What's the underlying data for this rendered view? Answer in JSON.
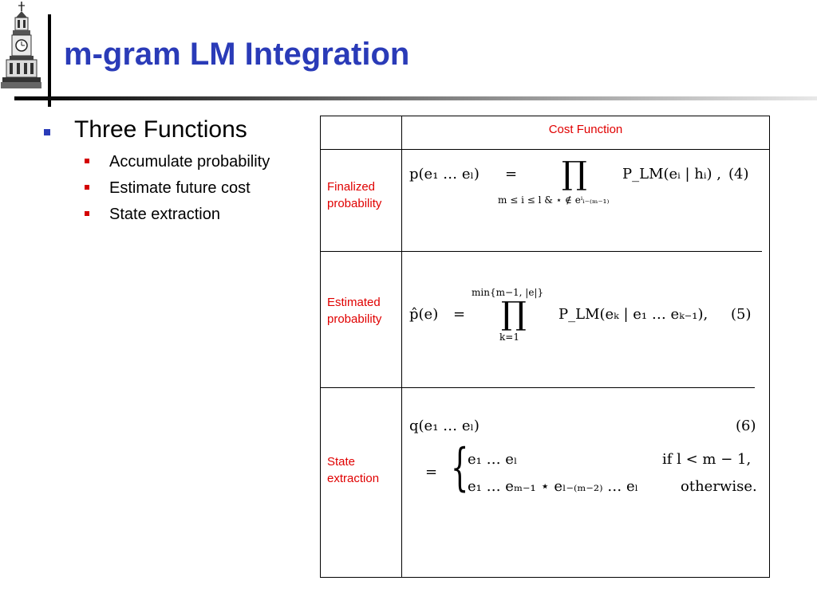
{
  "title": "m-gram LM Integration",
  "bullets": {
    "main": "Three Functions",
    "subs": [
      "Accumulate probability",
      "Estimate future cost",
      "State extraction"
    ]
  },
  "table": {
    "header": "Cost Function",
    "rows": [
      {
        "label_line1": "Finalized",
        "label_line2": "probability"
      },
      {
        "label_line1": "Estimated",
        "label_line2": "probability"
      },
      {
        "label_line1": "State",
        "label_line2": "extraction"
      }
    ]
  },
  "equations": {
    "eq4": {
      "lhs": "p(e₁ … eₗ)",
      "eq": "=",
      "prod": "∏",
      "under": "m ≤ i ≤ l  &  ⋆ ∉ eⁱᵢ₋₍ₘ₋₁₎",
      "rhs": "P_LM(eᵢ | hᵢ) ,",
      "num": "(4)"
    },
    "eq5": {
      "lhs": "p̂(e)",
      "eq": "=",
      "over": "min{m−1, |e|}",
      "prod": "∏",
      "under": "k=1",
      "rhs": "P_LM(eₖ | e₁ … eₖ₋₁),",
      "num": "(5)"
    },
    "eq6": {
      "lhs": "q(e₁ … eₗ)",
      "num": "(6)",
      "eq": "=",
      "case1": "e₁ … eₗ",
      "cond1": "if l < m − 1,",
      "case2": "e₁ … eₘ₋₁ ⋆ eₗ₋₍ₘ₋₂₎ … eₗ",
      "cond2": "otherwise."
    }
  }
}
